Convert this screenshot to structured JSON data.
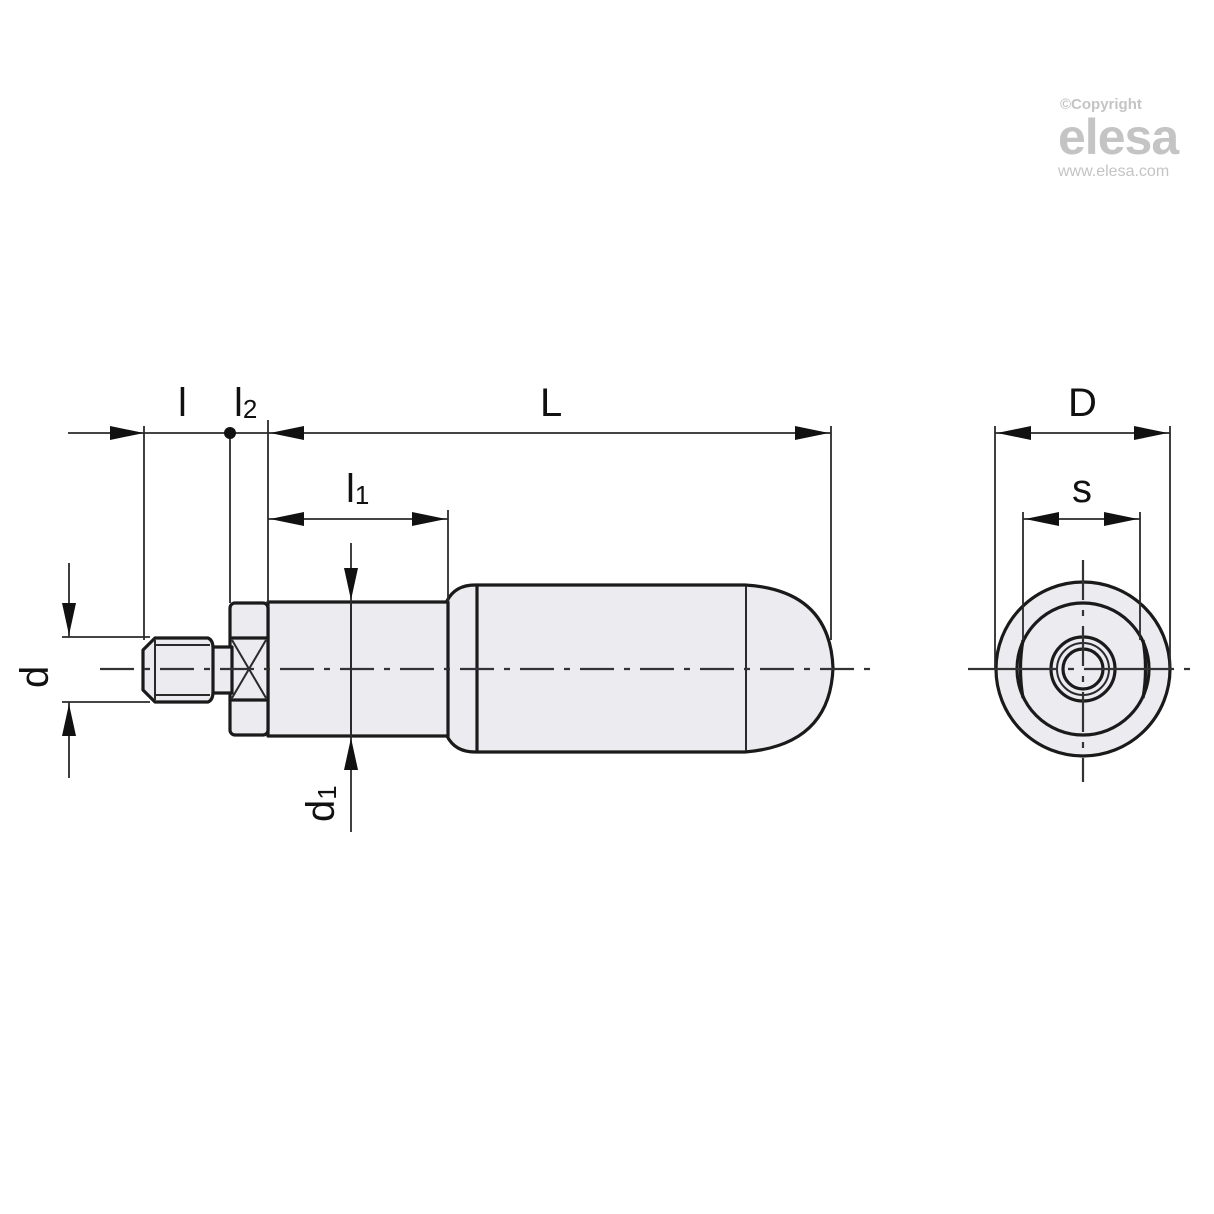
{
  "watermark": {
    "copyright": "©Copyright",
    "brand": "elesa",
    "url": "www.elesa.com"
  },
  "dimensions": {
    "l": "l",
    "l2_main": "l",
    "l2_sub": "2",
    "L": "L",
    "l1_main": "l",
    "l1_sub": "1",
    "d": "d",
    "d1_main": "d",
    "d1_sub": "1",
    "D": "D",
    "s": "s"
  },
  "colors": {
    "fill": "#ebebf0",
    "line": "#1a1a1a",
    "watermark": "#c4c4c4"
  }
}
